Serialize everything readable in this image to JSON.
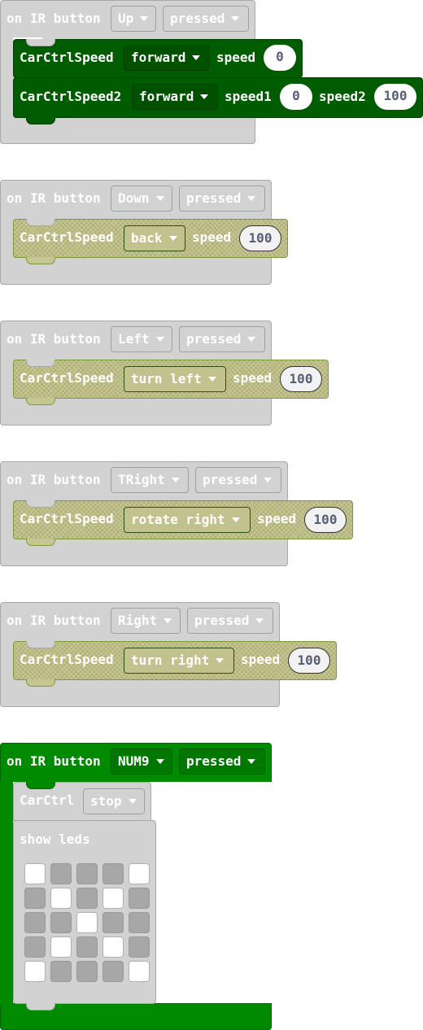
{
  "event_label": "on IR button",
  "blocks": [
    {
      "button": "Up",
      "action": "pressed",
      "cmd1": {
        "label": "CarCtrlSpeed",
        "direction": "forward",
        "speed_label": "speed",
        "speed": "0"
      },
      "cmd2": {
        "label": "CarCtrlSpeed2",
        "direction": "forward",
        "speed1_label": "speed1",
        "speed1": "0",
        "speed2_label": "speed2",
        "speed2": "100"
      }
    },
    {
      "button": "Down",
      "action": "pressed",
      "cmd": {
        "label": "CarCtrlSpeed",
        "direction": "back",
        "speed_label": "speed",
        "speed": "100"
      }
    },
    {
      "button": "Left",
      "action": "pressed",
      "cmd": {
        "label": "CarCtrlSpeed",
        "direction": "turn left",
        "speed_label": "speed",
        "speed": "100"
      }
    },
    {
      "button": "TRight",
      "action": "pressed",
      "cmd": {
        "label": "CarCtrlSpeed",
        "direction": "rotate right",
        "speed_label": "speed",
        "speed": "100"
      }
    },
    {
      "button": "Right",
      "action": "pressed",
      "cmd": {
        "label": "CarCtrlSpeed",
        "direction": "turn right",
        "speed_label": "speed",
        "speed": "100"
      }
    },
    {
      "button": "NUM9",
      "action": "pressed",
      "carctrl": {
        "label": "CarCtrl",
        "value": "stop"
      },
      "show_leds": {
        "label": "show leds",
        "grid": [
          [
            1,
            0,
            0,
            0,
            1
          ],
          [
            0,
            1,
            0,
            1,
            0
          ],
          [
            0,
            0,
            1,
            0,
            0
          ],
          [
            0,
            1,
            0,
            1,
            0
          ],
          [
            1,
            0,
            0,
            0,
            1
          ]
        ]
      }
    }
  ],
  "colors": {
    "grey_block": "#d2d2d2",
    "dark_green_block": "#005c00",
    "bright_green_block": "#008a00",
    "disabled_hatch": "#c6c693",
    "led_on": "#ffffff",
    "led_off": "#a7a7a7"
  },
  "icons": {
    "dropdown": "caret-down-icon"
  }
}
